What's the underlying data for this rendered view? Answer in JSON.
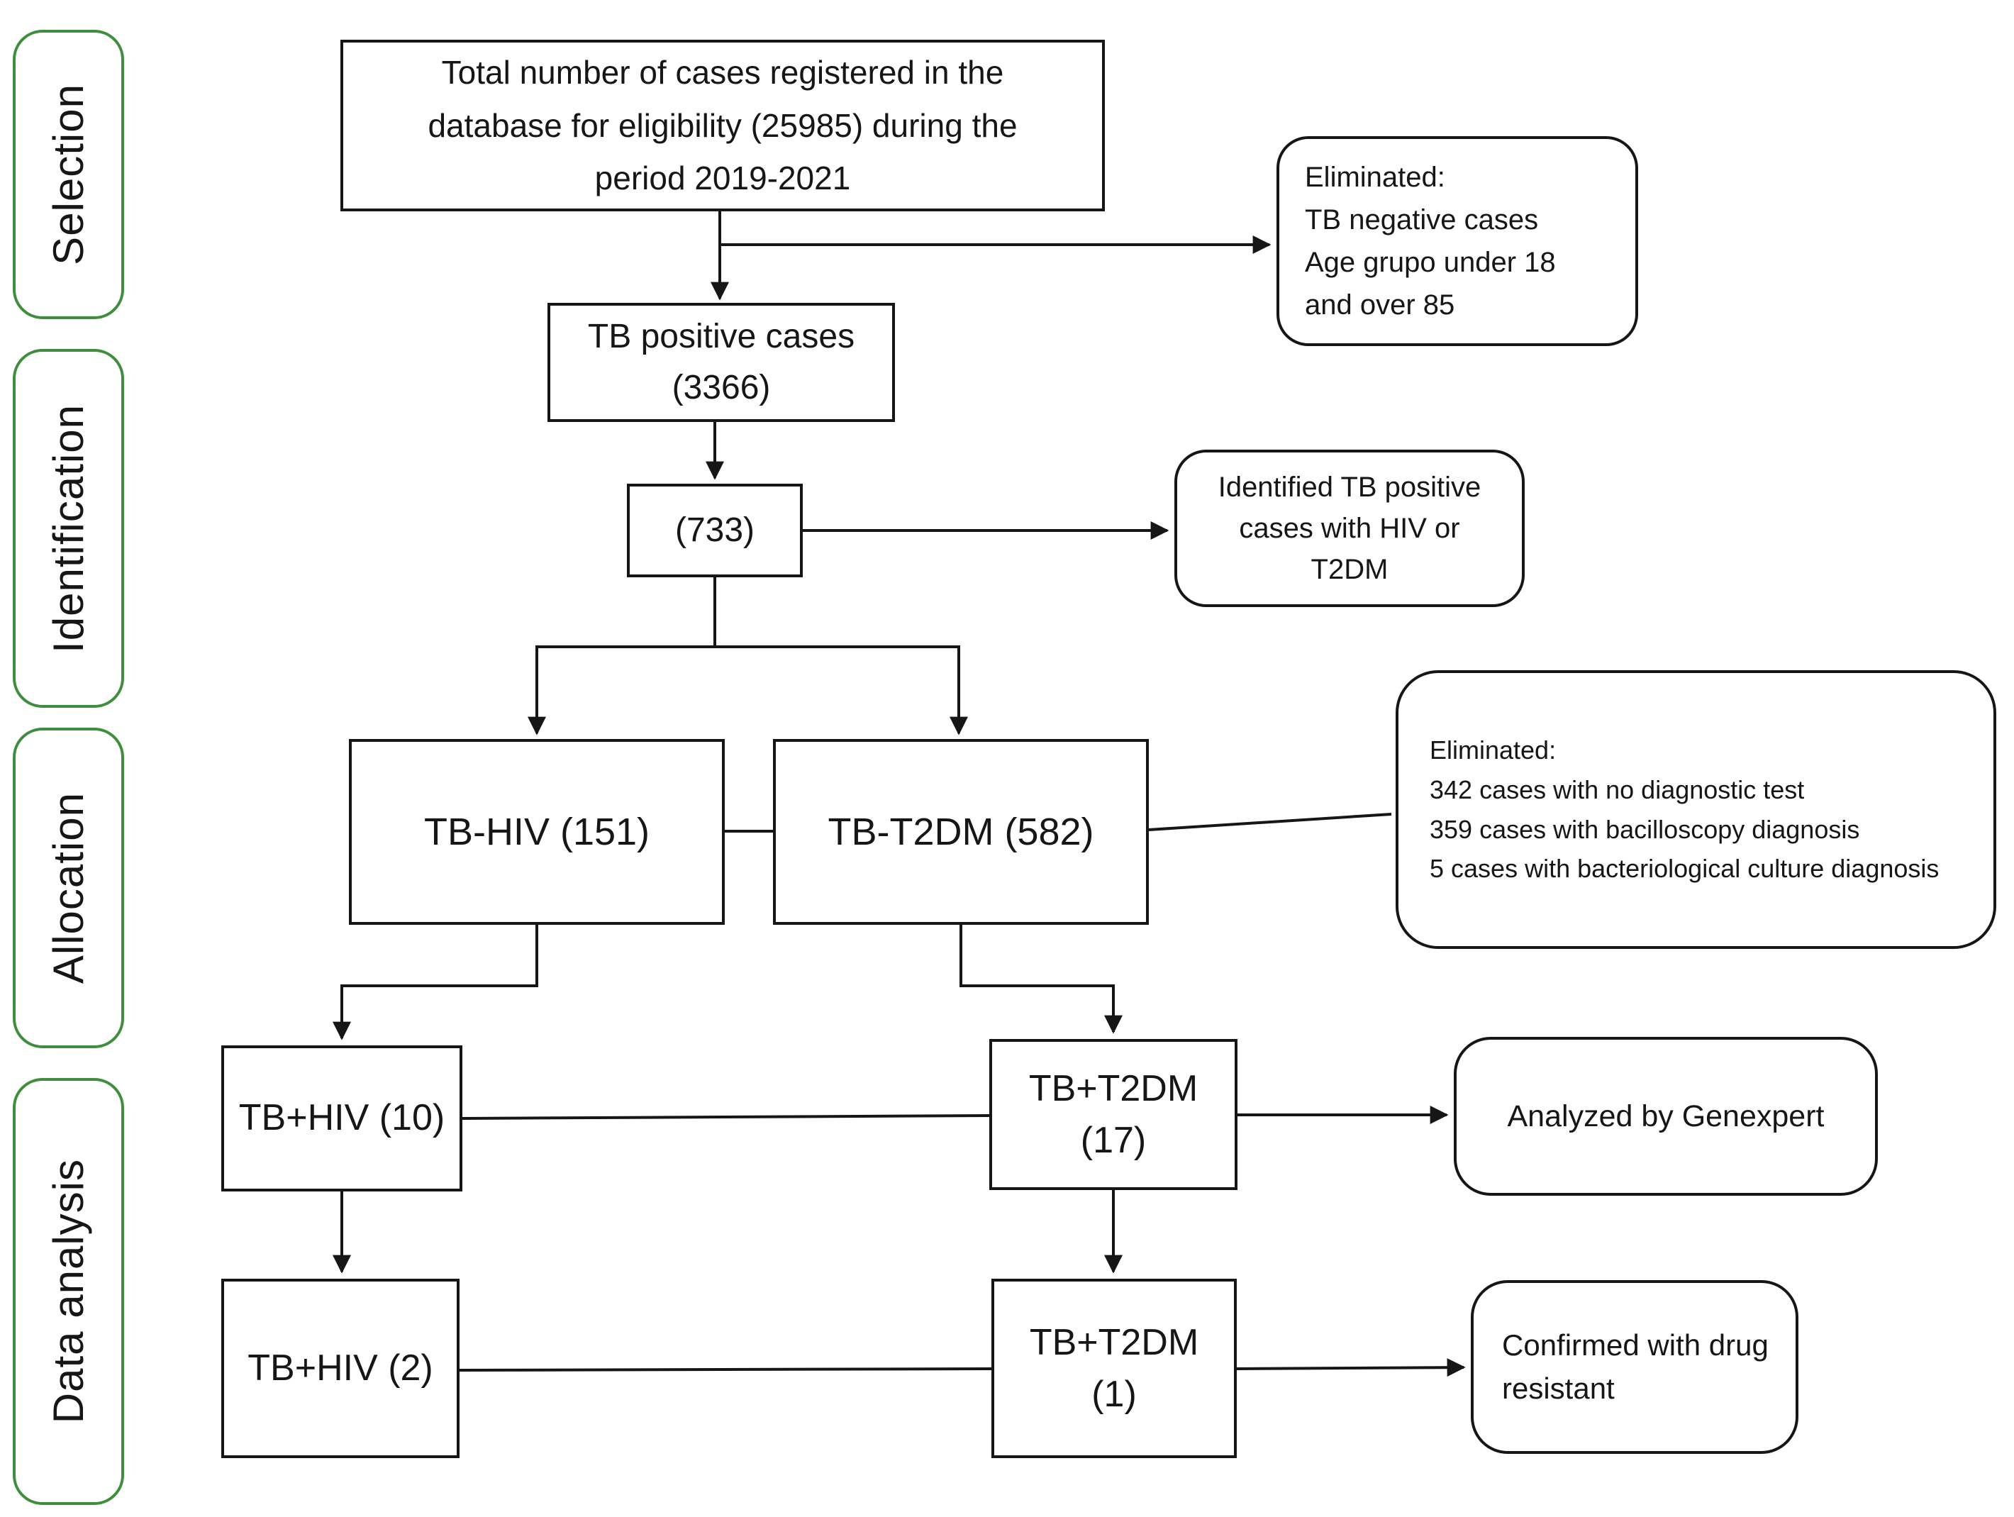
{
  "stages": [
    {
      "label": "Selection"
    },
    {
      "label": "Identification"
    },
    {
      "label": "Allocation"
    },
    {
      "label": "Data analysis"
    }
  ],
  "nodes": {
    "total": {
      "text": "Total number of cases registered in the\ndatabase for eligibility (25985) during the\nperiod 2019-2021"
    },
    "tb_positive": {
      "text": "TB positive cases\n(3366)"
    },
    "n733": {
      "text": "(733)"
    },
    "tb_hiv_151": {
      "text": "TB-HIV (151)"
    },
    "tb_t2dm_582": {
      "text": "TB-T2DM (582)"
    },
    "tb_hiv_10": {
      "text": "TB+HIV (10)"
    },
    "tb_t2dm_17": {
      "text": "TB+T2DM\n(17)"
    },
    "tb_hiv_2": {
      "text": "TB+HIV (2)"
    },
    "tb_t2dm_1": {
      "text": "TB+T2DM\n(1)"
    }
  },
  "annotations": {
    "eliminated_selection": {
      "text": "Eliminated:\nTB negative cases\nAge grupo under 18\nand over 85"
    },
    "identified": {
      "text": "Identified TB positive\ncases with HIV or\nT2DM"
    },
    "eliminated_allocation": {
      "text": "Eliminated:\n342 cases with no diagnostic test\n359 cases with bacilloscopy diagnosis\n5 cases with bacteriological culture diagnosis"
    },
    "genexpert": {
      "text": "Analyzed by Genexpert"
    },
    "confirmed": {
      "text": "Confirmed with drug\nresistant"
    }
  },
  "colors": {
    "stage_border": "#3e8e3e",
    "node_border": "#161616",
    "line": "#161616",
    "text": "#161616",
    "background": "#ffffff"
  }
}
